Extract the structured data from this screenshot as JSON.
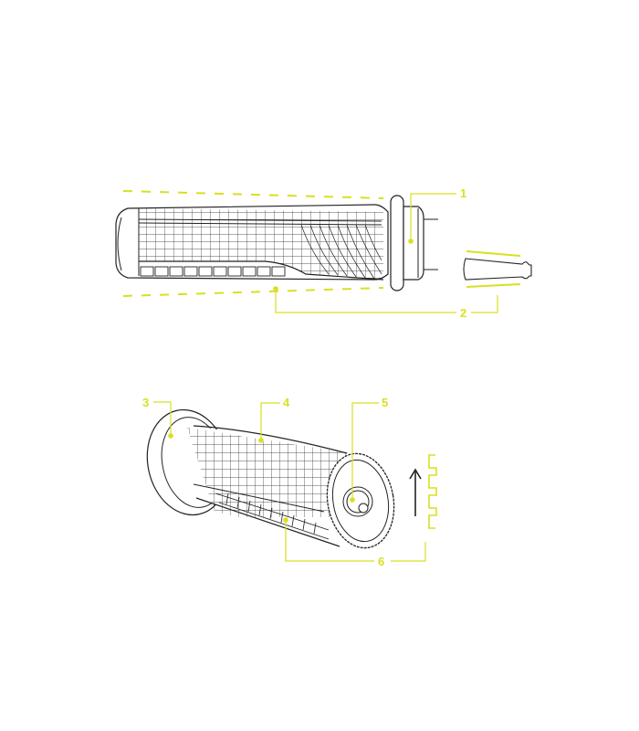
{
  "diagram": {
    "type": "exploded technical illustration",
    "subject": "handlebar grip",
    "colors": {
      "accent": "#d8e020",
      "line": "#222222",
      "background": "#ffffff"
    },
    "views": [
      {
        "id": "side-view",
        "description": "Side profile of grip with flange and separate core insert"
      },
      {
        "id": "perspective-view",
        "description": "3/4 perspective of grip showing flange, textured body, end cap and bottom ribs"
      }
    ],
    "callouts": [
      {
        "id": 1,
        "label": "1",
        "target": "flange / inner end collar"
      },
      {
        "id": 2,
        "label": "2",
        "target": "tapered body and core insert"
      },
      {
        "id": 3,
        "label": "3",
        "target": "flange face"
      },
      {
        "id": 4,
        "label": "4",
        "target": "waffle grid texture"
      },
      {
        "id": 5,
        "label": "5",
        "target": "end cap with logo"
      },
      {
        "id": 6,
        "label": "6",
        "target": "bottom rib pattern / stepped profile"
      }
    ],
    "annotations": {
      "arrow": "up-arrow",
      "profile": "stepped-rib-profile"
    }
  }
}
